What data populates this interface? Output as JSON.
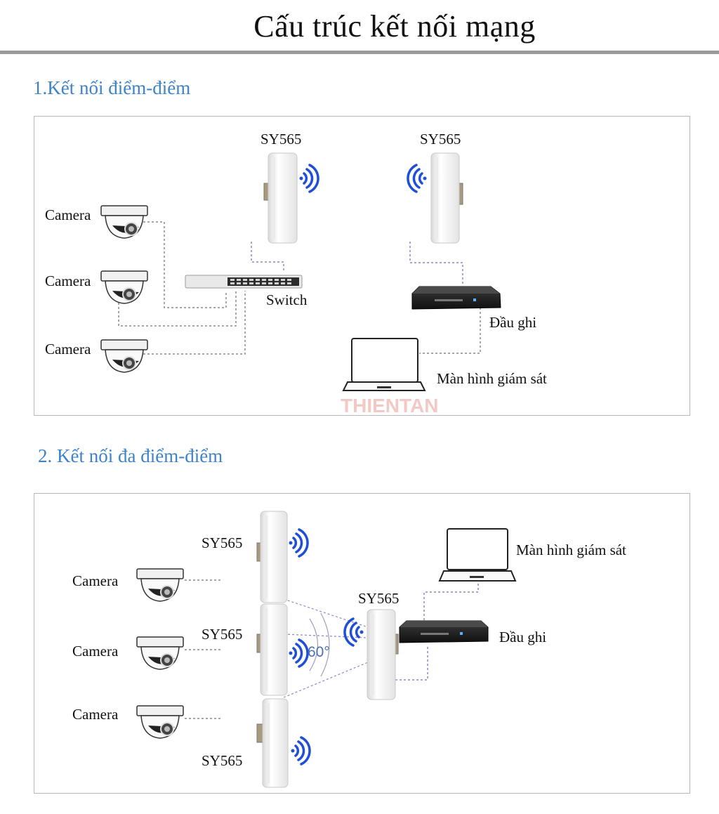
{
  "page_title": "Cấu trúc kết nối mạng",
  "section1": {
    "heading": "1.Kết nối điểm-điểm",
    "ap_left_label": "SY565",
    "ap_right_label": "SY565",
    "camera_labels": [
      "Camera",
      "Camera",
      "Camera"
    ],
    "switch_label": "Switch",
    "recorder_label": "Đầu ghi",
    "monitor_label": "Màn hình giám sát",
    "watermark": "THIENTAN"
  },
  "section2": {
    "heading": "2. Kết nối đa điểm-điểm",
    "ap_labels": [
      "SY565",
      "SY565",
      "SY565"
    ],
    "hub_ap_label": "SY565",
    "camera_labels": [
      "Camera",
      "Camera",
      "Camera"
    ],
    "monitor_label": "Màn hình giám sát",
    "recorder_label": "Đầu ghi",
    "angle_label": "60°"
  },
  "colors": {
    "heading_blue": "#3d83c9",
    "signal_blue": "#1f4fd6",
    "cable_left": "#8a8a8a",
    "cable_right": "#8f86c9",
    "rule_gray": "#9a9a9a",
    "watermark": "#f3c9c5"
  }
}
